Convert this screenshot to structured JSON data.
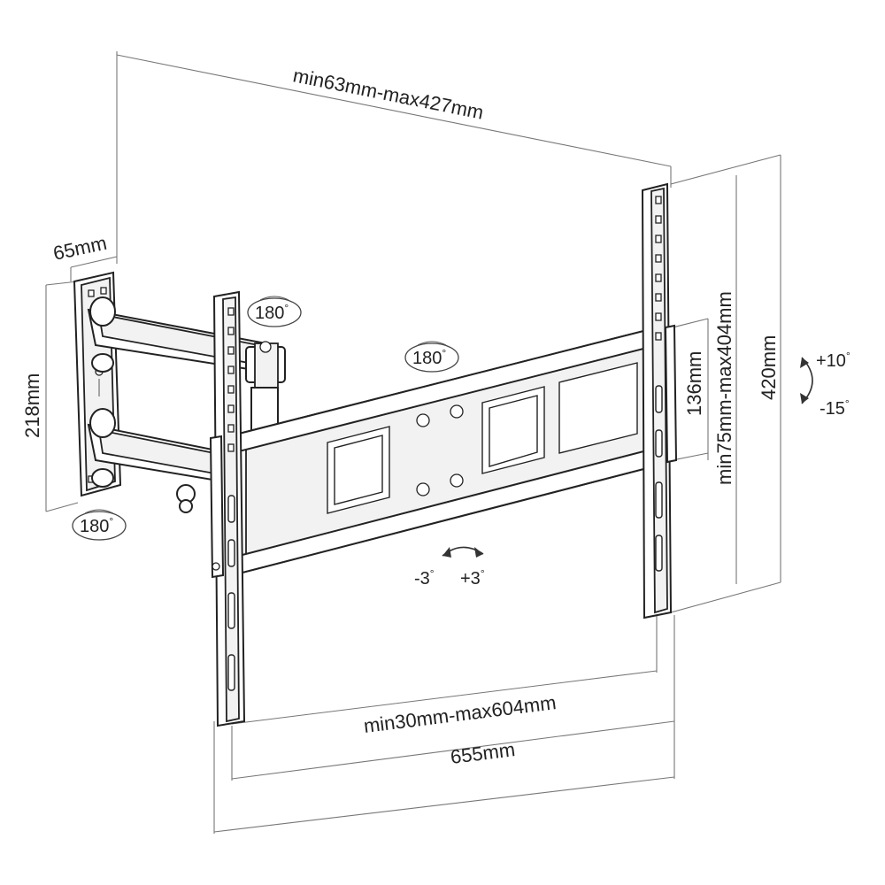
{
  "dimensions": {
    "depth_range": "min63mm-max427mm",
    "wall_plate_depth": "65mm",
    "wall_plate_height": "218mm",
    "vesa_vertical_inner": "136mm",
    "vesa_vertical_range": "min75mm-max404mm",
    "bracket_height": "420mm",
    "vesa_horizontal_range": "min30mm-max604mm",
    "bracket_width": "655mm"
  },
  "rotations": {
    "wall_swivel": "180",
    "arm_swivel": "180",
    "bracket_swivel": "180",
    "degree_mark": "°"
  },
  "tilt": {
    "up": "+10",
    "down": "-15"
  },
  "level": {
    "minus": "-3",
    "plus": "+3"
  }
}
